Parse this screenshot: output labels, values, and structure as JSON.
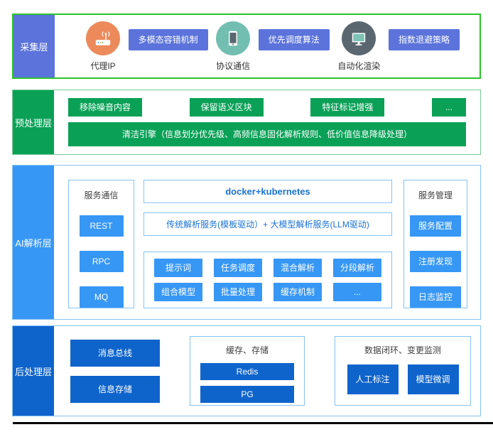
{
  "colors": {
    "layer1-accent": "#5b73db",
    "layer1-border": "#2bc42b",
    "layer2-accent": "#0aa157",
    "layer2-border": "#7ccb99",
    "layer3-accent": "#3797f5",
    "layer3-border": "#85c3f7",
    "layer4-accent": "#0f64cc",
    "docker-text": "#1a73d4",
    "icon-orange": "#ec8a5b",
    "icon-teal": "#72bfb2",
    "icon-dark": "#5b6770"
  },
  "layers": [
    {
      "label": "采集层",
      "items": [
        {
          "icon": "router-icon",
          "caption": "代理IP",
          "badge": "多模态容错机制"
        },
        {
          "icon": "tablet-icon",
          "caption": "协议通信",
          "badge": "优先调度算法"
        },
        {
          "icon": "monitor-icon",
          "caption": "自动化渲染",
          "badge": "指数退避策略"
        }
      ]
    },
    {
      "label": "预处理层",
      "badges": [
        "移除噪音内容",
        "保留语义区块",
        "特征标记增强",
        "..."
      ],
      "bar": "清洁引擎（信息划分优先级、高频信息固化解析规则、低价值信息降级处理）"
    },
    {
      "label": "AI解析层",
      "service_comm": {
        "title": "服务通信",
        "buttons": [
          "REST",
          "RPC",
          "MQ"
        ]
      },
      "docker": "docker+kubernetes",
      "parse_services": "传统解析服务(模板驱动）+ 大模型解析服务(LLM驱动)",
      "capabilities": [
        "提示词",
        "任务调度",
        "混合解析",
        "分段解析",
        "组合模型",
        "批量处理",
        "缓存机制",
        "..."
      ],
      "service_mgmt": {
        "title": "服务管理",
        "buttons": [
          "服务配置",
          "注册发现",
          "日志监控"
        ]
      }
    },
    {
      "label": "后处理层",
      "buttons": [
        "消息总线",
        "信息存储"
      ],
      "storage": {
        "title": "缓存、存储",
        "buttons": [
          "Redis",
          "PG"
        ]
      },
      "data_loop": {
        "title": "数据闭环、变更监测",
        "buttons": [
          "人工标注",
          "模型微调"
        ]
      }
    }
  ]
}
